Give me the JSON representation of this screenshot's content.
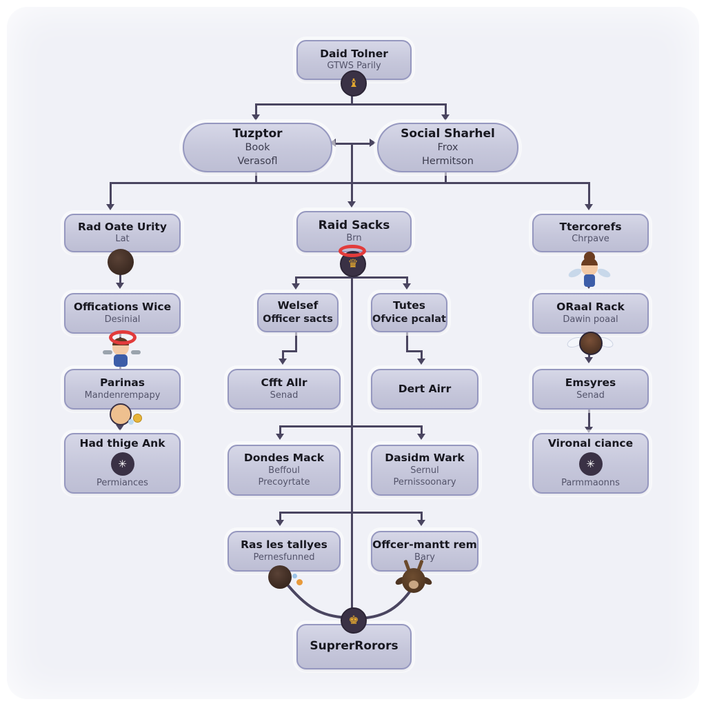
{
  "nodes": {
    "root": {
      "title": "Daid Tolner",
      "subtitle": "GTWS Parily"
    },
    "tuzptor": {
      "title": "Tuzptor",
      "line2": "Book",
      "line3": "Verasofl"
    },
    "social": {
      "title": "Social Sharhel",
      "line2": "Frox",
      "line3": "Hermitson"
    },
    "rad_oate": {
      "title": "Rad Oate Urity",
      "subtitle": "Lat"
    },
    "raid_sacks": {
      "title": "Raid Sacks",
      "subtitle": "Brn"
    },
    "ttercorefs": {
      "title": "Ttercorefs",
      "subtitle": "Chrpave"
    },
    "offications": {
      "title": "Offications Wice",
      "subtitle": "Desinial"
    },
    "parinas": {
      "title": "Parinas",
      "subtitle": "Mandenrempapy"
    },
    "had_thige": {
      "title": "Had thige Ank",
      "subtitle": "Permiances"
    },
    "welsef": {
      "title": "Welsef",
      "line2": "Officer sacts"
    },
    "tutes": {
      "title": "Tutes",
      "line2": "Ofvice pcalat"
    },
    "cfft": {
      "title": "Cfft Allr",
      "subtitle": "Senad"
    },
    "dert": {
      "title": "Dert Airr"
    },
    "dondes": {
      "title": "Dondes Mack",
      "line2": "Beffoul",
      "line3": "Precoyrtate"
    },
    "dasidm": {
      "title": "Dasidm Wark",
      "line2": "Sernul",
      "line3": "Pernissoonary"
    },
    "ras": {
      "title": "Ras les tallyes",
      "subtitle": "Pernesfunned"
    },
    "offcer": {
      "title": "Offcer-mantt rem",
      "subtitle": "Bary"
    },
    "suprer": {
      "title": "SuprerRorors"
    },
    "oraal": {
      "title": "ORaal Rack",
      "subtitle": "Dawin poaal"
    },
    "emsyres": {
      "title": "Emsyres",
      "subtitle": "Senad"
    },
    "vironal": {
      "title": "Vironal ciance",
      "subtitle": "Parmmaonns"
    }
  },
  "badges": {
    "root_badge": "♝",
    "raid_badge": "♛",
    "suprer_badge": "♚",
    "had_badge": "✳",
    "vironal_badge": "✳"
  },
  "icons": {
    "root_badge": "chess-bishop-badge",
    "raid_badge": "trophy-badge",
    "suprer_badge": "trophy-badge",
    "had_badge": "asterisk-badge",
    "vironal_badge": "asterisk-badge",
    "left_top": "afro-head-character",
    "left_mid": "halo-angel-character",
    "left_low": "bald-man-with-coin-character",
    "ras_char": "afro-head-with-sparkles-character",
    "offcer_char": "moose-character",
    "right_top": "girl-bun-wings-character",
    "right_mid": "winged-head-character"
  },
  "colors": {
    "node_fill": "#c9cade",
    "node_border": "#9597bf",
    "connector": "#4a4560",
    "badge_bg": "#3a3145",
    "badge_gold": "#e3a72f",
    "halo_red": "#e23b3b",
    "background": "#f0f1f7"
  }
}
